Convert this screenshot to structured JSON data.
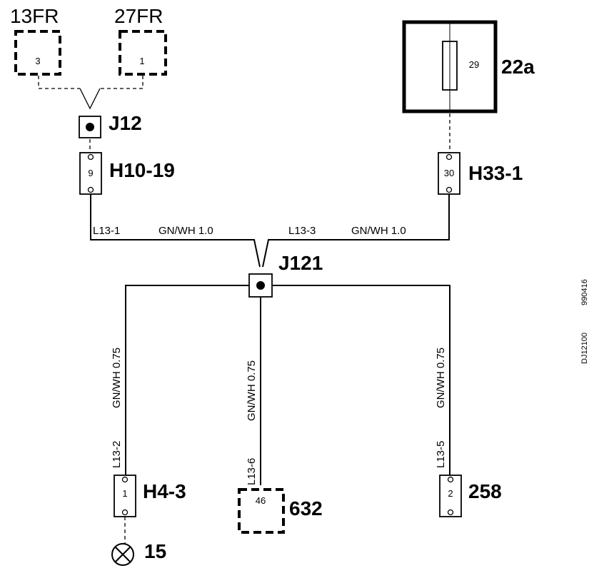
{
  "connectors": {
    "c13fr": {
      "name": "13FR",
      "pin": "3"
    },
    "c27fr": {
      "name": "27FR",
      "pin": "1"
    },
    "j12": {
      "name": "J12"
    },
    "h10_19": {
      "name": "H10-19",
      "pin": "9"
    },
    "fuse22a": {
      "name": "22a",
      "pin": "29"
    },
    "h33_1": {
      "name": "H33-1",
      "pin": "30"
    },
    "j121": {
      "name": "J121"
    },
    "h4_3": {
      "name": "H4-3",
      "pin": "1"
    },
    "c632": {
      "name": "632",
      "pin": "46"
    },
    "c258": {
      "name": "258",
      "pin": "2"
    },
    "lamp15": {
      "name": "15"
    }
  },
  "wires": {
    "l13_1": {
      "id": "L13-1",
      "spec": "GN/WH 1.0"
    },
    "l13_3": {
      "id": "L13-3",
      "spec": "GN/WH 1.0"
    },
    "l13_2": {
      "id": "L13-2",
      "spec": "GN/WH 0.75"
    },
    "l13_6": {
      "id": "L13-6",
      "spec": "GN/WH 0.75"
    },
    "l13_5": {
      "id": "L13-5",
      "spec": "GN/WH 0.75"
    }
  },
  "side_text": {
    "code": "DJ12100",
    "date": "990416"
  }
}
